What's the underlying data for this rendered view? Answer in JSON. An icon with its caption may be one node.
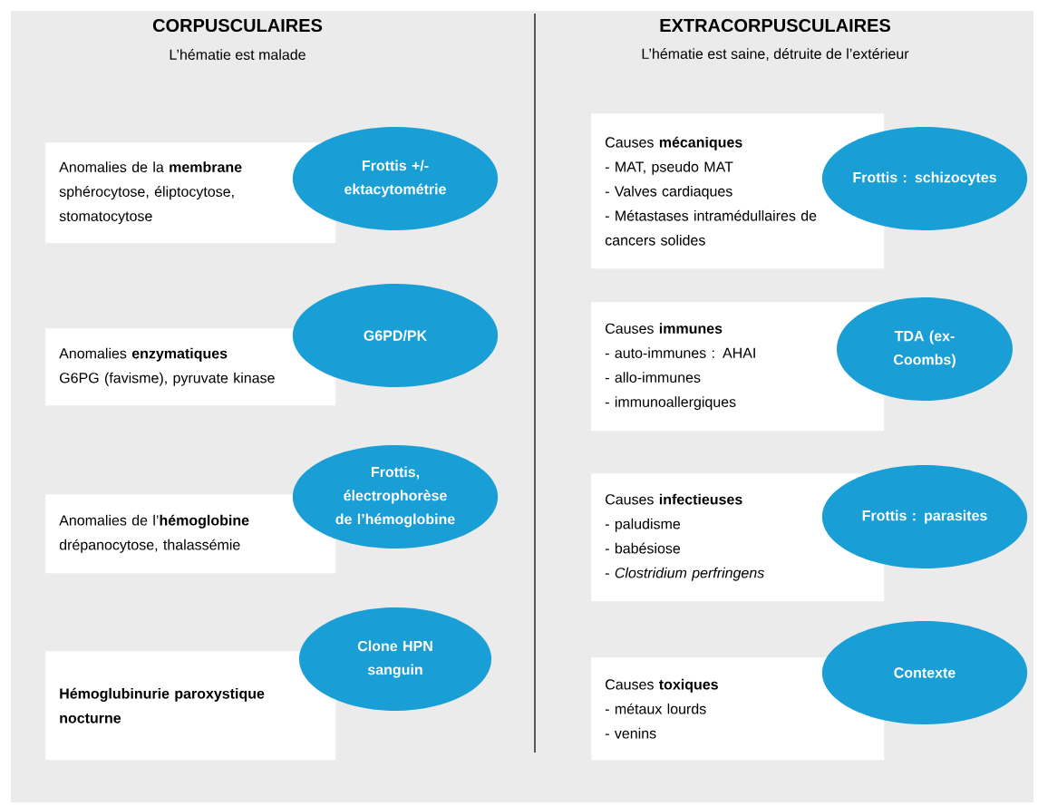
{
  "diagram": {
    "nodes": [
      {
        "text": [
          "Anomalies de la **membrane**",
          "sphérocytose, éliptocytose, stomatocytose"
        ]
      },
      {
        "text": [
          "Frottis +/- ektacytométrie"
        ]
      },
      {
        "text": [
          "Anomalies **enzymatiques**",
          "G6PG (favisme), pyruvate kinase"
        ]
      },
      {
        "text": [
          "G6PD/PK"
        ]
      },
      {
        "text": [
          "Anomalies de l’**hémoglobine**",
          "drépanocytose, thalassémie"
        ]
      },
      {
        "text": [
          "Frottis, électrophorèse de l’hémoglobine"
        ]
      },
      {
        "text": [
          "Hémoglubinurie paroxystique nocturne"
        ]
      },
      {
        "text": [
          "Clone HPN sanguin"
        ]
      },
      {
        "text": [
          "Causes **mécaniques**",
          "- MAT, pseudo MAT",
          "- Valves cardiaques",
          "- Métastases intramédullaires de cancers solides"
        ]
      },
      {
        "text": [
          "Frottis : schizocytes"
        ]
      },
      {
        "text": [
          "Causes **immunes**",
          "- auto-immunes : AHAI",
          "- allo-immunes",
          "- immunoallergiques"
        ]
      },
      {
        "text": [
          "TDA (ex-Coombs)"
        ]
      },
      {
        "text": [
          "Causes **infectieuses**",
          "- paludisme",
          "- babésiose",
          "- *Clostridium perfringens*"
        ]
      },
      {
        "text": [
          "Frottis : parasites"
        ]
      },
      {
        "text": [
          "Causes **toxiques**",
          "- métaux lourds",
          "- venins"
        ]
      },
      {
        "text": [
          "Contexte"
        ]
      }
    ],
    "labels": [
      "CORPUSCULAIRES",
      "L’hématie est malade",
      "EXTRACORPUSCULAIRES",
      "L’hématie est saine, détruite de l’extérieur"
    ]
  }
}
